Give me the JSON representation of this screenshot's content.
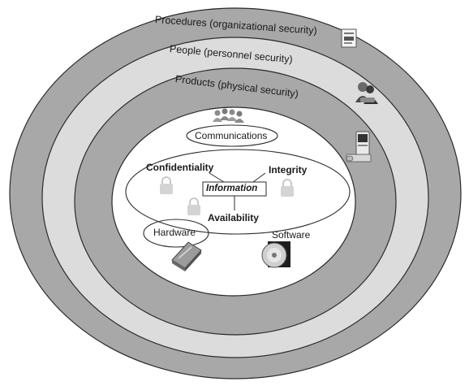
{
  "rings": {
    "procedures": "Procedures (organizational security)",
    "people": "People (personnel security)",
    "products": "Products (physical security)"
  },
  "core": {
    "communications": "Communications",
    "confidentiality": "Confidentiality",
    "integrity": "Integrity",
    "information": "Information",
    "availability": "Availability",
    "hardware": "Hardware",
    "software": "Software"
  },
  "colors": {
    "ring_dark": "#a8a8a8",
    "ring_light": "#dcdcdc",
    "outline": "#2b2b2b",
    "core_fill": "#ffffff"
  },
  "icons": [
    "document-icon",
    "people-icon",
    "computer-icon",
    "people-group-icon",
    "padlock-icon",
    "hard-drive-icon",
    "cd-disc-icon"
  ]
}
